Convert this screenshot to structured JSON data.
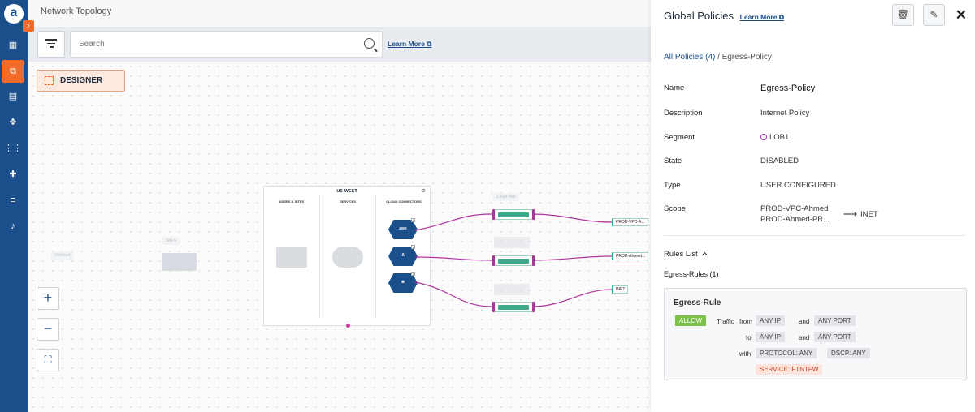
{
  "nav": {
    "logo": "a",
    "items": [
      {
        "name": "dashboard-icon",
        "glyph": "▦"
      },
      {
        "name": "topology-icon",
        "glyph": "⧉"
      },
      {
        "name": "document-icon",
        "glyph": "▤"
      },
      {
        "name": "move-icon",
        "glyph": "✥"
      },
      {
        "name": "grid-icon",
        "glyph": "⋮⋮"
      },
      {
        "name": "puzzle-icon",
        "glyph": "✚"
      },
      {
        "name": "sliders-icon",
        "glyph": "≡"
      },
      {
        "name": "bell-icon",
        "glyph": "♪"
      }
    ]
  },
  "header": {
    "title": "Network Topology"
  },
  "toolbar": {
    "search_placeholder": "Search",
    "learn_more": "Learn More"
  },
  "canvas": {
    "designer_label": "DESIGNER",
    "region": {
      "title": "US-WEST",
      "columns": [
        "USERS & SITES",
        "SERVICES",
        "CLOUD CONNECTORS"
      ],
      "connectors": [
        "aws",
        "A",
        "⊕"
      ]
    },
    "ghost_labels": [
      "Unlinked",
      "Site A",
      "Cloud Hub"
    ],
    "connection_tags": [
      "PROD-VPC-A...",
      "PROD-Ahmed...",
      "INET"
    ],
    "accent_color": "#f26b2a",
    "link_color": "#b0349f"
  },
  "panel": {
    "title": "Global Policies",
    "learn_more": "Learn More",
    "breadcrumb": {
      "root": "All Policies (4)",
      "current": "/ Egress-Policy"
    },
    "fields": {
      "name_label": "Name",
      "name_value": "Egress-Policy",
      "description_label": "Description",
      "description_value": "Internet Policy",
      "segment_label": "Segment",
      "segment_value": "LOB1",
      "state_label": "State",
      "state_value": "DISABLED",
      "type_label": "Type",
      "type_value": "USER CONFIGURED",
      "scope_label": "Scope",
      "scope_value_1": "PROD-VPC-Ahmed",
      "scope_value_2": "PROD-Ahmed-PR...",
      "scope_target": "INET"
    },
    "rules": {
      "list_label": "Rules List",
      "group_label": "Egress-Rules (1)",
      "rule_title": "Egress-Rule",
      "action": "ALLOW",
      "traffic": "Traffic",
      "from": "from",
      "to": "to",
      "and": "and",
      "with": "with",
      "src_ip": "ANY IP",
      "src_port": "ANY PORT",
      "dst_ip": "ANY IP",
      "dst_port": "ANY PORT",
      "protocol": "PROTOCOL: ANY",
      "dscp": "DSCP: ANY",
      "service": "SERVICE: FTNTFW"
    }
  }
}
